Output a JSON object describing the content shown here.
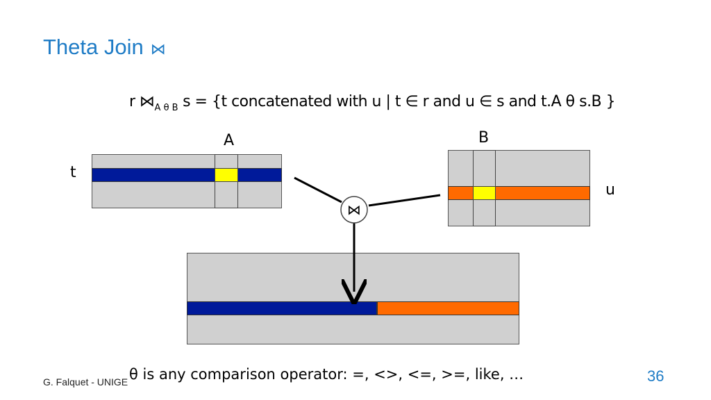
{
  "title": {
    "text": "Theta Join",
    "symbol": "⋈"
  },
  "formula": {
    "left": "r ⋈",
    "subscript": "A θ B",
    "right": " s = {t concatenated with u | t ∈ r and u ∈ s and t.A θ s.B }"
  },
  "diagram": {
    "label_A": "A",
    "label_B": "B",
    "label_t": "t",
    "label_u": "u",
    "join_symbol": "⋈"
  },
  "colors": {
    "title": "#1f7cc6",
    "relation_fill": "#d0d0d0",
    "t_tuple": "#001a9a",
    "u_tuple": "#ff6a00",
    "match_cell": "#ffff00"
  },
  "note": "θ is any comparison operator: =, <>, <=, >=, like, …",
  "footer": "G. Falquet - UNIGE",
  "page_number": "36"
}
